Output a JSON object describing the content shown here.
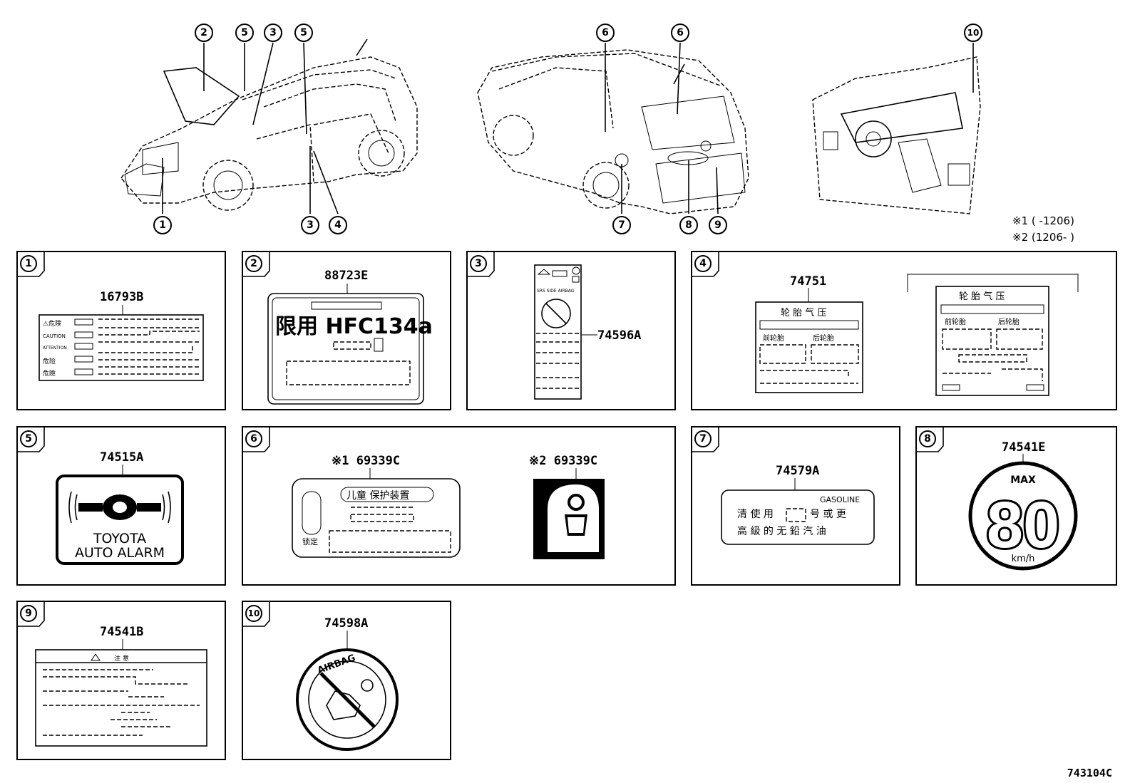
{
  "diagram_code": "743104C",
  "notes": [
    "※1 (      -1206)",
    "※2 (1206-      )"
  ],
  "callouts_front": [
    "2",
    "5",
    "3",
    "5",
    "1",
    "3",
    "4"
  ],
  "callouts_rear": [
    "6",
    "6",
    "7",
    "8",
    "9"
  ],
  "callouts_dash": [
    "10"
  ],
  "panels": [
    {
      "num": "1",
      "part": "16793B",
      "rows": [
        "⚠危険",
        "CAUTION",
        "ATTENTION",
        "危险",
        "危險"
      ]
    },
    {
      "num": "2",
      "part": "88723E",
      "main": "限用 HFC134a"
    },
    {
      "num": "3",
      "part": "74596A"
    },
    {
      "num": "4",
      "part": "74751",
      "title": "轮 胎 气 压",
      "front": "前轮胎",
      "rear": "后轮胎"
    },
    {
      "num": "5",
      "part": "74515A",
      "line1": "TOYOTA",
      "line2": "AUTO ALARM"
    },
    {
      "num": "6",
      "part1": "※1 69339C",
      "part2": "※2 69339C",
      "title": "儿童 保护装置",
      "lock": "锁定"
    },
    {
      "num": "7",
      "part": "74579A",
      "brand": "GASOLINE",
      "line1": "清 使 用",
      "line1b": "号 或 更",
      "line2": "高 級 的 无 鉛 汽 油"
    },
    {
      "num": "8",
      "part": "74541E",
      "max": "MAX",
      "value": "80",
      "unit": "km/h"
    },
    {
      "num": "9",
      "part": "74541B",
      "title": "注  意"
    },
    {
      "num": "10",
      "part": "74598A",
      "arc": "AIRBAG"
    }
  ]
}
